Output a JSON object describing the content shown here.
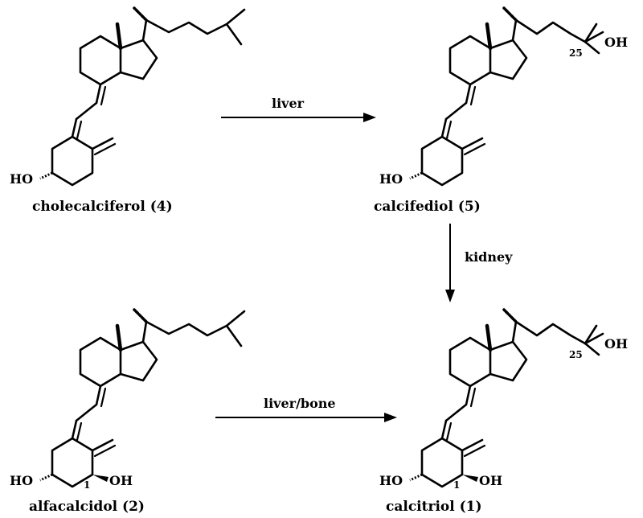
{
  "compounds": {
    "cholecalciferol": {
      "name": "cholecalciferol (4)",
      "ho_label": "HO"
    },
    "calcifediol": {
      "name": "calcifediol (5)",
      "ho_label": "HO",
      "oh_label": "OH",
      "position_label": "25"
    },
    "alfacalcidol": {
      "name": "alfacalcidol (2)",
      "ho_label": "HO",
      "oh1_label": "OH",
      "position1_label": "1"
    },
    "calcitriol": {
      "name": "calcitriol (1)",
      "ho_label": "HO",
      "oh1_label": "OH",
      "position1_label": "1",
      "oh_label": "OH",
      "position_label": "25"
    }
  },
  "arrows": {
    "liver": {
      "label": "liver"
    },
    "kidney": {
      "label": "kidney"
    },
    "liver_bone": {
      "label": "liver/bone"
    }
  }
}
